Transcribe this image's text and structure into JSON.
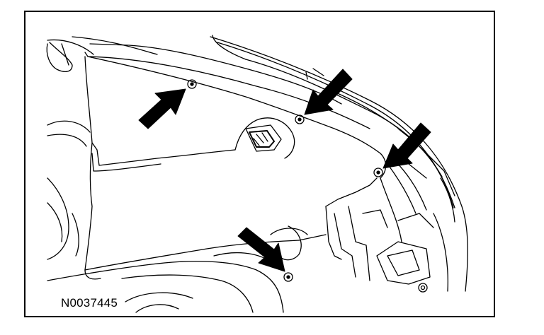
{
  "figure": {
    "reference_id": "N0037445",
    "line_color": "#000000",
    "background_color": "#ffffff",
    "callouts": [
      {
        "name": "fastener-1",
        "arrow": "arrow-pointing-up-right",
        "icon": "screw-head-icon"
      },
      {
        "name": "fastener-2",
        "arrow": "arrow-pointing-down-left",
        "icon": "screw-head-icon"
      },
      {
        "name": "fastener-3",
        "arrow": "arrow-pointing-down-left",
        "icon": "screw-head-icon"
      },
      {
        "name": "fastener-4",
        "arrow": "arrow-pointing-down-right",
        "icon": "screw-head-icon"
      }
    ]
  }
}
